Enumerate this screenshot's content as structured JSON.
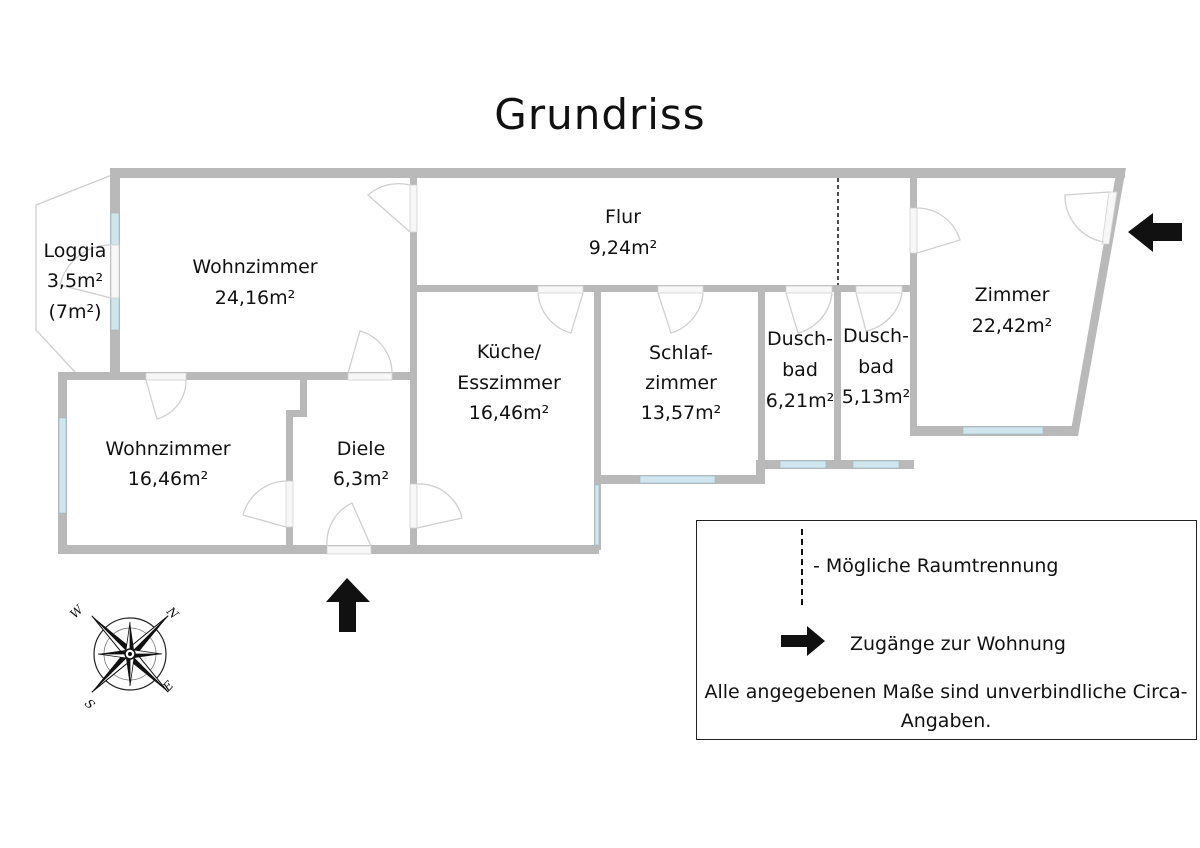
{
  "title": "Grundriss",
  "rooms": {
    "loggia": {
      "name": "Loggia",
      "area": "3,5m²",
      "note": "(7m²)"
    },
    "wohnzimmer_1": {
      "name": "Wohnzimmer",
      "area": "24,16m²"
    },
    "flur": {
      "name": "Flur",
      "area": "9,24m²"
    },
    "zimmer": {
      "name": "Zimmer",
      "area": "22,42m²"
    },
    "kueche": {
      "name_line1": "Küche/",
      "name_line2": "Esszimmer",
      "area": "16,46m²"
    },
    "schlafzimmer": {
      "name_line1": "Schlaf-",
      "name_line2": "zimmer",
      "area": "13,57m²"
    },
    "duschbad_1": {
      "name_line1": "Dusch-",
      "name_line2": "bad",
      "area": "6,21m²"
    },
    "duschbad_2": {
      "name_line1": "Dusch-",
      "name_line2": "bad",
      "area": "5,13m²"
    },
    "wohnzimmer_2": {
      "name": "Wohnzimmer",
      "area": "16,46m²"
    },
    "diele": {
      "name": "Diele",
      "area": "6,3m²"
    }
  },
  "compass": {
    "n": "N",
    "e": "E",
    "s": "S",
    "w": "W"
  },
  "legend": {
    "dashed_line_label": "- Mögliche Raumtrennung",
    "arrow_label": "Zugänge zur Wohnung",
    "disclaimer": "Alle angegebenen Maße sind unverbindliche Circa-Angaben."
  },
  "colors": {
    "wall": "#b9b9b9",
    "window": "#cfe6ef",
    "text": "#111111"
  }
}
